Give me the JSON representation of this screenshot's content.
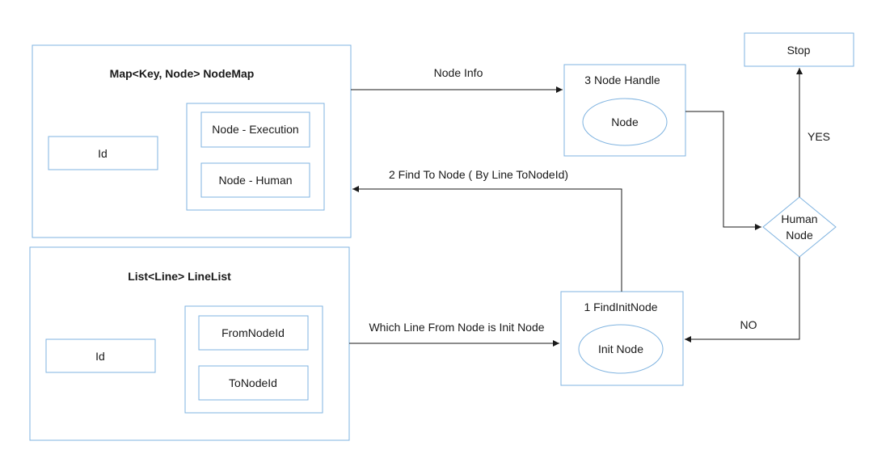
{
  "nodemap": {
    "title": "Map<Key, Node> NodeMap",
    "id_label": "Id",
    "items": [
      "Node - Execution",
      "Node - Human"
    ]
  },
  "linelist": {
    "title": "List<Line> LineList",
    "id_label": "Id",
    "items": [
      "FromNodeId",
      "ToNodeId"
    ]
  },
  "node_handle": {
    "title": "3 Node Handle",
    "inner": "Node"
  },
  "find_init": {
    "title": "1 FindInitNode",
    "inner": "Init Node"
  },
  "decision": {
    "line1": "Human",
    "line2": "Node"
  },
  "stop": "Stop",
  "edges": {
    "node_info": "Node Info",
    "find_to_node": "2 Find To Node ( By Line ToNodeId)",
    "which_line": "Which Line From Node is Init Node",
    "yes": "YES",
    "no": "NO"
  },
  "colors": {
    "border": "#7fb3e0",
    "line": "#1a1a1a"
  }
}
